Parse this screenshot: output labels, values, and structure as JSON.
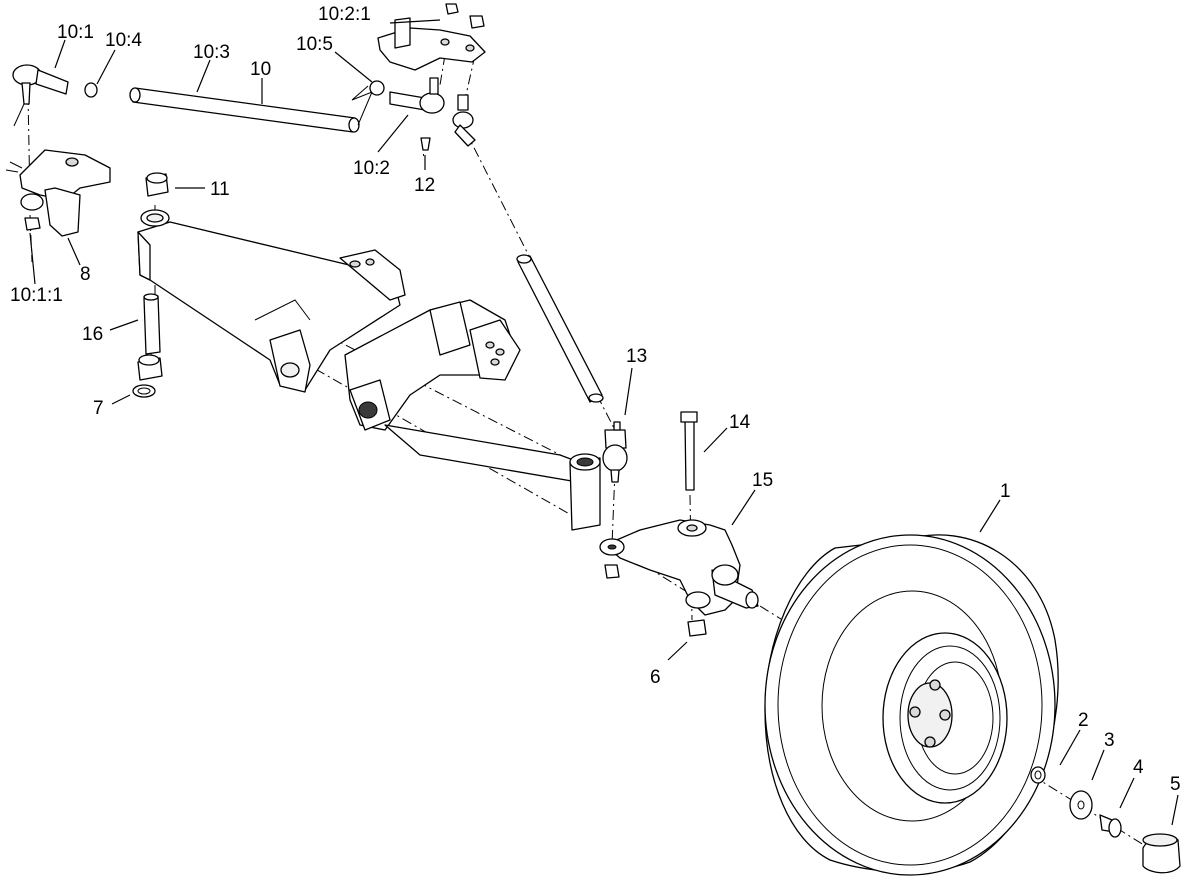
{
  "callouts": {
    "c1": "1",
    "c2": "2",
    "c3": "3",
    "c4": "4",
    "c5": "5",
    "c6": "6",
    "c7": "7",
    "c8": "8",
    "c10": "10",
    "c10_1": "10:1",
    "c10_1_1": "10:1:1",
    "c10_2": "10:2",
    "c10_2_1": "10:2:1",
    "c10_3": "10:3",
    "c10_4": "10:4",
    "c10_5": "10:5",
    "c11": "11",
    "c12": "12",
    "c13": "13",
    "c14": "14",
    "c15": "15",
    "c16": "16"
  }
}
